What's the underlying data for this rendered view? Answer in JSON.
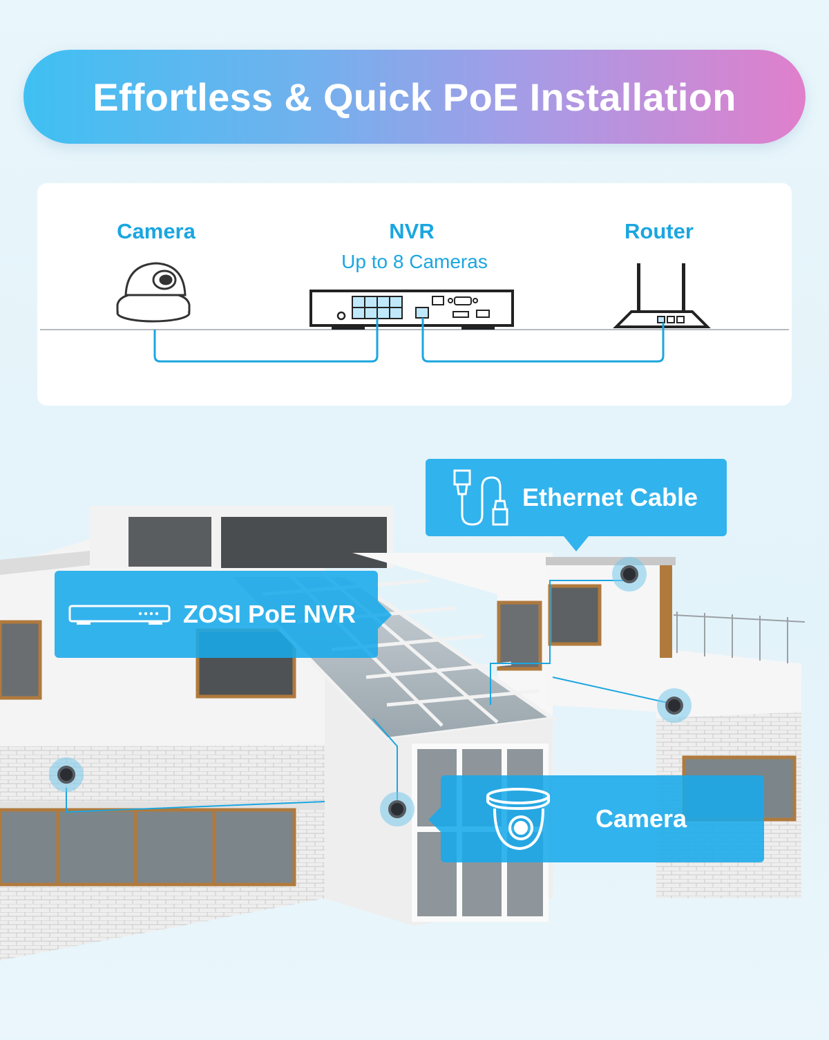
{
  "banner": {
    "title": "Effortless & Quick PoE Installation"
  },
  "diagram": {
    "camera_label": "Camera",
    "nvr_label": "NVR",
    "nvr_sub": "Up to 8 Cameras",
    "router_label": "Router"
  },
  "callouts": {
    "ethernet": "Ethernet Cable",
    "nvr": "ZOSI PoE NVR",
    "camera": "Camera"
  },
  "colors": {
    "accent": "#1aa6e0",
    "callout": "#18aaeb"
  }
}
